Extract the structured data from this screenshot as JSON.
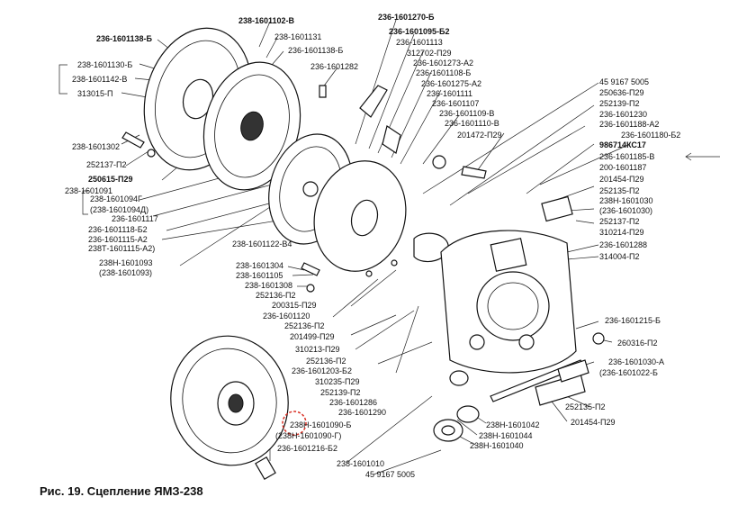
{
  "caption": "Рис. 19. Сцепление ЯМЗ-238",
  "labels": [
    {
      "id": "l01",
      "text": "238-1601102-В",
      "bold": true
    },
    {
      "id": "l02",
      "text": "236-1601270-Б",
      "bold": true
    },
    {
      "id": "l03",
      "text": "236-1601138-Б",
      "bold": true
    },
    {
      "id": "l04",
      "text": "238-1601131",
      "bold": false
    },
    {
      "id": "l05",
      "text": "236-1601095-Б2",
      "bold": true
    },
    {
      "id": "l06",
      "text": "236-1601113",
      "bold": false
    },
    {
      "id": "l07",
      "text": "236-1601138-Б",
      "bold": false
    },
    {
      "id": "l08",
      "text": "312702-П29",
      "bold": false
    },
    {
      "id": "l09",
      "text": "238-1601130-Б",
      "bold": false
    },
    {
      "id": "l10",
      "text": "236-1601282",
      "bold": false
    },
    {
      "id": "l11",
      "text": "236-1601273-А2",
      "bold": false
    },
    {
      "id": "l12",
      "text": "238-1601142-В",
      "bold": false
    },
    {
      "id": "l13",
      "text": "236-1601108-Б",
      "bold": false
    },
    {
      "id": "l14",
      "text": "45 9167 5005",
      "bold": false
    },
    {
      "id": "l15",
      "text": "236-1601275-А2",
      "bold": false
    },
    {
      "id": "l16",
      "text": "313015-П",
      "bold": false
    },
    {
      "id": "l17",
      "text": "236-1601111",
      "bold": false
    },
    {
      "id": "l18",
      "text": "250636-П29",
      "bold": false
    },
    {
      "id": "l19",
      "text": "236-1601107",
      "bold": false
    },
    {
      "id": "l20",
      "text": "252139-П2",
      "bold": false
    },
    {
      "id": "l21",
      "text": "236-1601109-В",
      "bold": false
    },
    {
      "id": "l22",
      "text": "236-1601230",
      "bold": false
    },
    {
      "id": "l23",
      "text": "236-1601110-В",
      "bold": false
    },
    {
      "id": "l24",
      "text": "236-1601188-А2",
      "bold": false
    },
    {
      "id": "l25",
      "text": "238-1601302",
      "bold": false
    },
    {
      "id": "l26",
      "text": "201472-П29",
      "bold": false
    },
    {
      "id": "l27",
      "text": "236-1601180-Б2",
      "bold": false
    },
    {
      "id": "l28",
      "text": "252137-П2",
      "bold": false
    },
    {
      "id": "l29",
      "text": "986714КС17",
      "bold": true
    },
    {
      "id": "l30",
      "text": "250615-П29",
      "bold": true
    },
    {
      "id": "l31",
      "text": "236-1601185-В",
      "bold": false
    },
    {
      "id": "l32",
      "text": "238-1601091",
      "bold": false
    },
    {
      "id": "l33",
      "text": "200-1601187",
      "bold": false
    },
    {
      "id": "l34",
      "text": "238-1601094Г",
      "bold": false
    },
    {
      "id": "l35",
      "text": "201454-П29",
      "bold": false
    },
    {
      "id": "l36",
      "text": "(238-1601094Д)",
      "bold": false
    },
    {
      "id": "l37",
      "text": "252135-П2",
      "bold": false
    },
    {
      "id": "l38",
      "text": "236-1601117",
      "bold": false
    },
    {
      "id": "l39",
      "text": "238Н-1601030",
      "bold": false
    },
    {
      "id": "l40",
      "text": "(236-1601030)",
      "bold": false
    },
    {
      "id": "l41",
      "text": "236-1601118-Б2",
      "bold": false
    },
    {
      "id": "l42",
      "text": "252137-П2",
      "bold": false
    },
    {
      "id": "l43",
      "text": "236-1601115-А2",
      "bold": false
    },
    {
      "id": "l44",
      "text": "310214-П29",
      "bold": false
    },
    {
      "id": "l45",
      "text": "238Т-1601115-А2)",
      "bold": false
    },
    {
      "id": "l46",
      "text": "238-1601122-В4",
      "bold": false
    },
    {
      "id": "l47",
      "text": "236-1601288",
      "bold": false
    },
    {
      "id": "l48",
      "text": "314004-П2",
      "bold": false
    },
    {
      "id": "l49",
      "text": "238Н-1601093",
      "bold": false
    },
    {
      "id": "l50",
      "text": "(238-1601093)",
      "bold": false
    },
    {
      "id": "l51",
      "text": "238-1601304",
      "bold": false
    },
    {
      "id": "l52",
      "text": "238-1601105",
      "bold": false
    },
    {
      "id": "l53",
      "text": "238-1601308",
      "bold": false
    },
    {
      "id": "l54",
      "text": "252136-П2",
      "bold": false
    },
    {
      "id": "l55",
      "text": "200315-П29",
      "bold": false
    },
    {
      "id": "l56",
      "text": "236-1601120",
      "bold": false
    },
    {
      "id": "l57",
      "text": "252136-П2",
      "bold": false
    },
    {
      "id": "l58",
      "text": "236-1601215-Б",
      "bold": false
    },
    {
      "id": "l59",
      "text": "201499-П29",
      "bold": false
    },
    {
      "id": "l60",
      "text": "260316-П2",
      "bold": false
    },
    {
      "id": "l61",
      "text": "310213-П29",
      "bold": false
    },
    {
      "id": "l62",
      "text": "252136-П2",
      "bold": false
    },
    {
      "id": "l63",
      "text": "236-1601030-А",
      "bold": false
    },
    {
      "id": "l64",
      "text": "236-1601203-Б2",
      "bold": false
    },
    {
      "id": "l65",
      "text": "(236-1601022-Б",
      "bold": false
    },
    {
      "id": "l66",
      "text": "310235-П29",
      "bold": false
    },
    {
      "id": "l67",
      "text": "252139-П2",
      "bold": false
    },
    {
      "id": "l68",
      "text": "236-1601286",
      "bold": false
    },
    {
      "id": "l69",
      "text": "252135-П2",
      "bold": false
    },
    {
      "id": "l70",
      "text": "236-1601290",
      "bold": false
    },
    {
      "id": "l71",
      "text": "201454-П29",
      "bold": false
    },
    {
      "id": "l72",
      "text": "238Н-1601090-Б",
      "bold": false
    },
    {
      "id": "l73",
      "text": "238Н-1601042",
      "bold": false
    },
    {
      "id": "l74",
      "text": "(238Н-1601090-Г)",
      "bold": false
    },
    {
      "id": "l75",
      "text": "238Н-1601044",
      "bold": false
    },
    {
      "id": "l76",
      "text": "238Н-1601040",
      "bold": false
    },
    {
      "id": "l77",
      "text": "236-1601216-Б2",
      "bold": false
    },
    {
      "id": "l78",
      "text": "238-1601010",
      "bold": false
    },
    {
      "id": "l79",
      "text": "45 9167 5005",
      "bold": false
    }
  ],
  "colors": {
    "line": "#222222",
    "highlight": "#d93025"
  }
}
